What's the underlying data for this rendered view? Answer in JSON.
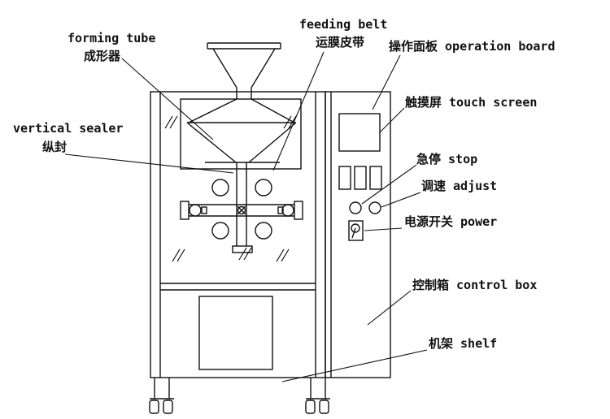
{
  "diagram": {
    "labels": {
      "feeding_belt_en": "feeding belt",
      "feeding_belt_zh": "运膜皮带",
      "forming_tube_en": "forming tube",
      "forming_tube_zh": "成形器",
      "operation_board": "操作面板 operation board",
      "touch_screen": "触摸屏 touch screen",
      "vertical_sealer_en": "vertical sealer",
      "vertical_sealer_zh": "纵封",
      "stop": "急停 stop",
      "adjust": "调速 adjust",
      "power": "电源开关 power",
      "control_box": "控制箱 control box",
      "shelf": "机架 shelf"
    },
    "colors": {
      "line": "#111111",
      "background": "#ffffff"
    }
  }
}
